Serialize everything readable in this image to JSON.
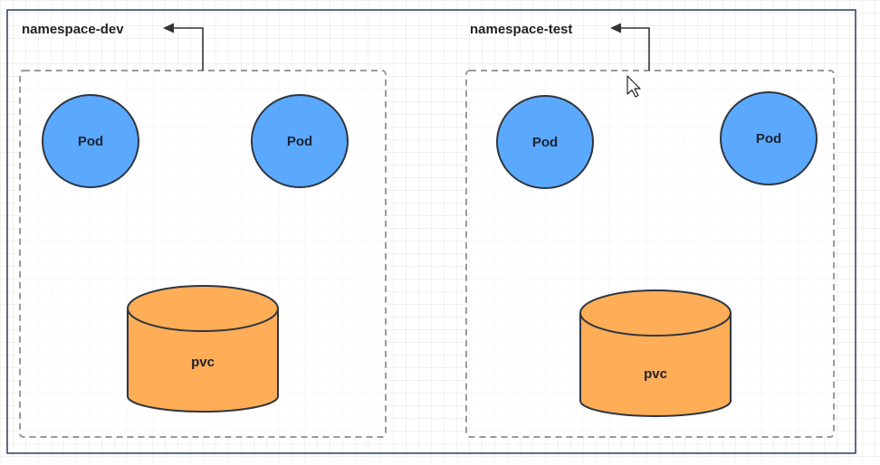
{
  "namespaces": [
    {
      "label": "namespace-dev",
      "pods": [
        "Pod",
        "Pod"
      ],
      "volume": "pvc"
    },
    {
      "label": "namespace-test",
      "pods": [
        "Pod",
        "Pod"
      ],
      "volume": "pvc"
    }
  ],
  "colors": {
    "pod_fill": "#5aa9ff",
    "pod_stroke": "#2f3640",
    "pvc_fill": "#ffad57",
    "pvc_stroke": "#2f3640",
    "dashed_border": "#9a9a9a",
    "grid_line": "#e6e6e6",
    "frame_border": "#2a3b5c"
  },
  "icons": [
    "arrow-left-icon",
    "mouse-pointer-icon"
  ]
}
